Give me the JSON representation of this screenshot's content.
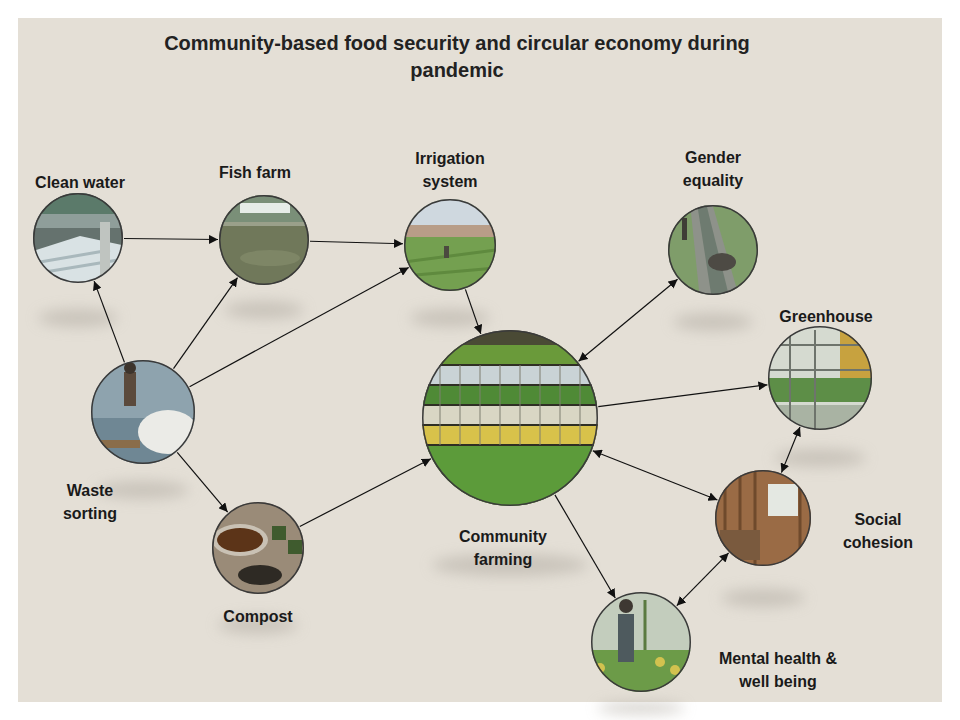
{
  "diagram": {
    "title": "Community-based food security and circular economy during pandemic",
    "nodes": [
      {
        "text": [
          "Clean water"
        ]
      },
      {
        "text": [
          "Fish farm"
        ]
      },
      {
        "text": [
          "Irrigation system"
        ]
      },
      {
        "text": [
          "Gender equality"
        ]
      },
      {
        "text": [
          "Greenhouse"
        ]
      },
      {
        "text": [
          "Waste sorting"
        ]
      },
      {
        "text": [
          "Community farming"
        ]
      },
      {
        "text": [
          "Social cohesion"
        ]
      },
      {
        "text": [
          "Compost"
        ]
      },
      {
        "text": [
          "Mental health & well being"
        ]
      }
    ],
    "edges": [
      {
        "from": 5,
        "to": 0,
        "arrow": "to"
      },
      {
        "from": 0,
        "to": 1,
        "arrow": "to"
      },
      {
        "from": 5,
        "to": 1,
        "arrow": "to"
      },
      {
        "from": 1,
        "to": 2,
        "arrow": "to"
      },
      {
        "from": 5,
        "to": 2,
        "arrow": "to"
      },
      {
        "from": 2,
        "to": 6,
        "arrow": "to"
      },
      {
        "from": 5,
        "to": 8,
        "arrow": "to"
      },
      {
        "from": 8,
        "to": 6,
        "arrow": "to"
      },
      {
        "from": 3,
        "to": 6,
        "arrow": "both"
      },
      {
        "from": 6,
        "to": 4,
        "arrow": "to"
      },
      {
        "from": 4,
        "to": 7,
        "arrow": "both"
      },
      {
        "from": 6,
        "to": 7,
        "arrow": "both"
      },
      {
        "from": 6,
        "to": 9,
        "arrow": "to"
      },
      {
        "from": 9,
        "to": 7,
        "arrow": "both"
      }
    ]
  }
}
